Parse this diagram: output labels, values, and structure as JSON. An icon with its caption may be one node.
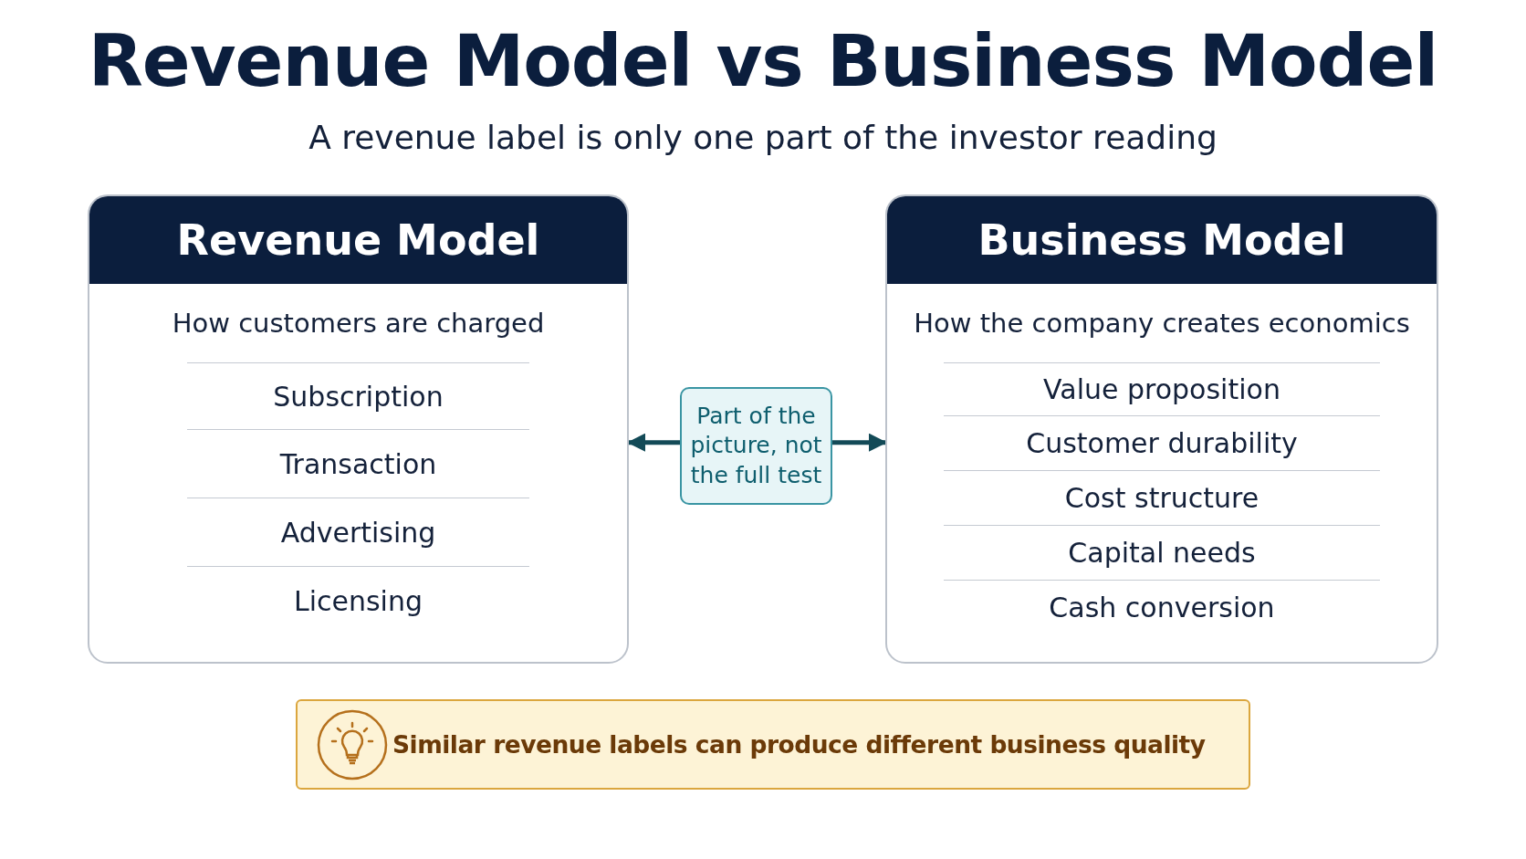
{
  "diagram": {
    "title": "Revenue Model vs Business Model",
    "caption": "A revenue label is only one part of the investor reading",
    "nodes": [
      {
        "text": [
          "Revenue Model",
          "How customers are charged",
          "Subscription",
          "Transaction",
          "Advertising",
          "Licensing"
        ]
      },
      {
        "text": [
          "Business Model",
          "How the company creates economics",
          "Value proposition",
          "Customer durability",
          "Cost structure",
          "Capital needs",
          "Cash conversion"
        ]
      },
      {
        "text": [
          "Part of the picture, not the full test"
        ]
      },
      {
        "text": [
          "Similar revenue labels can produce different business quality"
        ]
      }
    ],
    "edges": [
      {
        "from": 2,
        "to": 0,
        "arrow": "to"
      },
      {
        "from": 2,
        "to": 1,
        "arrow": "to"
      }
    ]
  }
}
